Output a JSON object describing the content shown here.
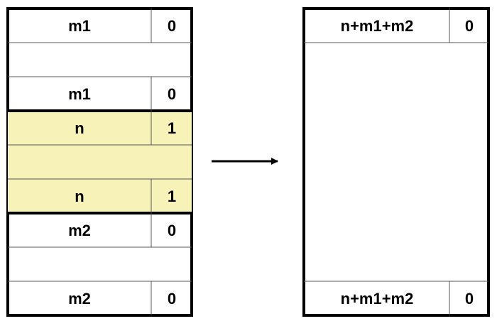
{
  "before_block": {
    "header": {
      "size": "m1",
      "alloc": "0"
    },
    "header_footer": {
      "size": "m1",
      "alloc": "0"
    },
    "allocated": {
      "header": {
        "size": "n",
        "alloc": "1"
      },
      "footer": {
        "size": "n",
        "alloc": "1"
      },
      "fill_color": "#f7f2b8"
    },
    "next": {
      "size": "m2",
      "alloc": "0"
    },
    "next_footer": {
      "size": "m2",
      "alloc": "0"
    }
  },
  "after_block": {
    "header": {
      "size": "n+m1+m2",
      "alloc": "0"
    },
    "footer": {
      "size": "n+m1+m2",
      "alloc": "0"
    }
  }
}
